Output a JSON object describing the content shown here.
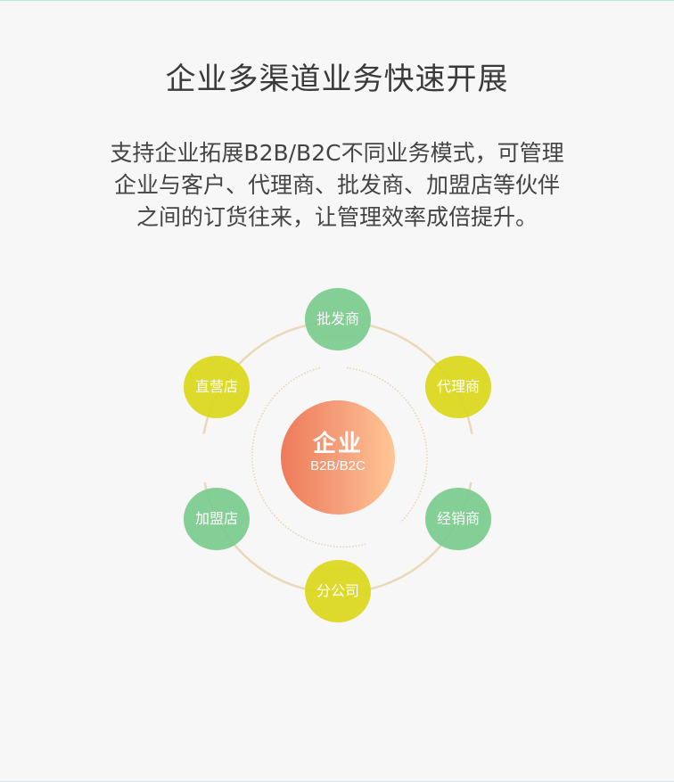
{
  "header": {
    "title": "企业多渠道业务快速开展"
  },
  "description": {
    "lines": [
      "支持企业拓展B2B/B2C不同业务模式，可管理",
      "企业与客户、代理商、批发商、加盟店等伙伴",
      "之间的订货往来，让管理效率成倍提升。"
    ]
  },
  "diagram": {
    "center": {
      "label": "企业",
      "sublabel": "B2B/B2C"
    },
    "nodes": [
      {
        "label": "批发商",
        "color": "#7ccc8f"
      },
      {
        "label": "代理商",
        "color": "#dcd81c"
      },
      {
        "label": "经销商",
        "color": "#7ccc8f"
      },
      {
        "label": "分公司",
        "color": "#dcd81c"
      },
      {
        "label": "加盟店",
        "color": "#7ccc8f"
      },
      {
        "label": "直营店",
        "color": "#dcd81c"
      }
    ],
    "colors": {
      "background": "#f7f7f7",
      "ring": "#ead9b8",
      "center_gradient_start": "#ee7a5a",
      "center_gradient_end": "#ffc695",
      "title_text": "#3a3a3a",
      "body_text": "#444444"
    }
  }
}
